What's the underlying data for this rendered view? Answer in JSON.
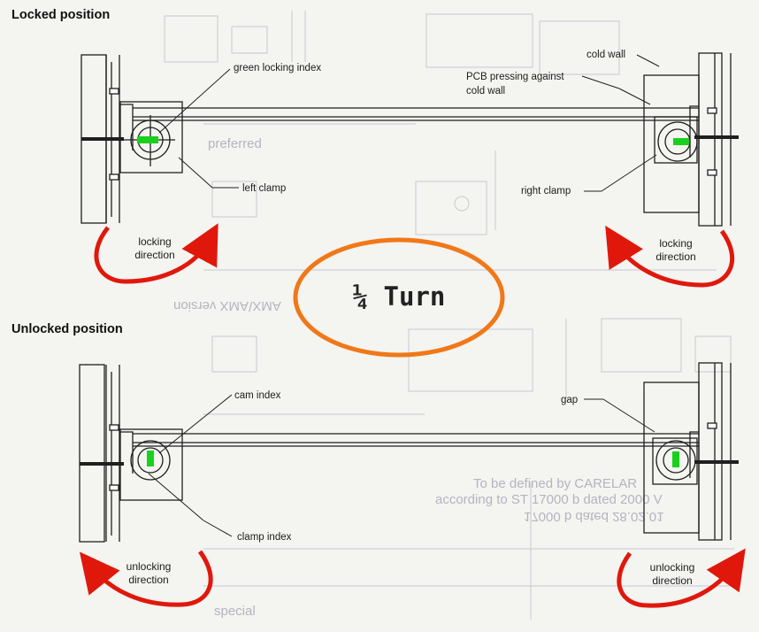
{
  "sections": {
    "locked_title": "Locked position",
    "unlocked_title": "Unlocked position"
  },
  "callouts": {
    "green_locking_index": "green locking index",
    "left_clamp": "left clamp",
    "cold_wall": "cold wall",
    "pcb_pressing_1": "PCB pressing against",
    "pcb_pressing_2": "cold wall",
    "right_clamp": "right clamp",
    "cam_index": "cam index",
    "clamp_index": "clamp index",
    "gap": "gap"
  },
  "directions": {
    "locking_1": "locking",
    "locking_2": "direction",
    "unlocking_1": "unlocking",
    "unlocking_2": "direction"
  },
  "turn_label": "¼ Turn",
  "background_text": {
    "preferred": "preferred",
    "version": "AMX/AMX version",
    "defined_1": "To be defined by CARELAR",
    "defined_2": "according to ST 17000 b dated 2000 V",
    "defined_3": "17000 b dated 28.02.01",
    "special": "special"
  },
  "colors": {
    "arrow_red": "#e0180c",
    "ellipse_orange": "#f07818",
    "index_green": "#19d11c",
    "line_ink": "#1f1f1f",
    "ghost_ink": "#b9b9c4"
  }
}
